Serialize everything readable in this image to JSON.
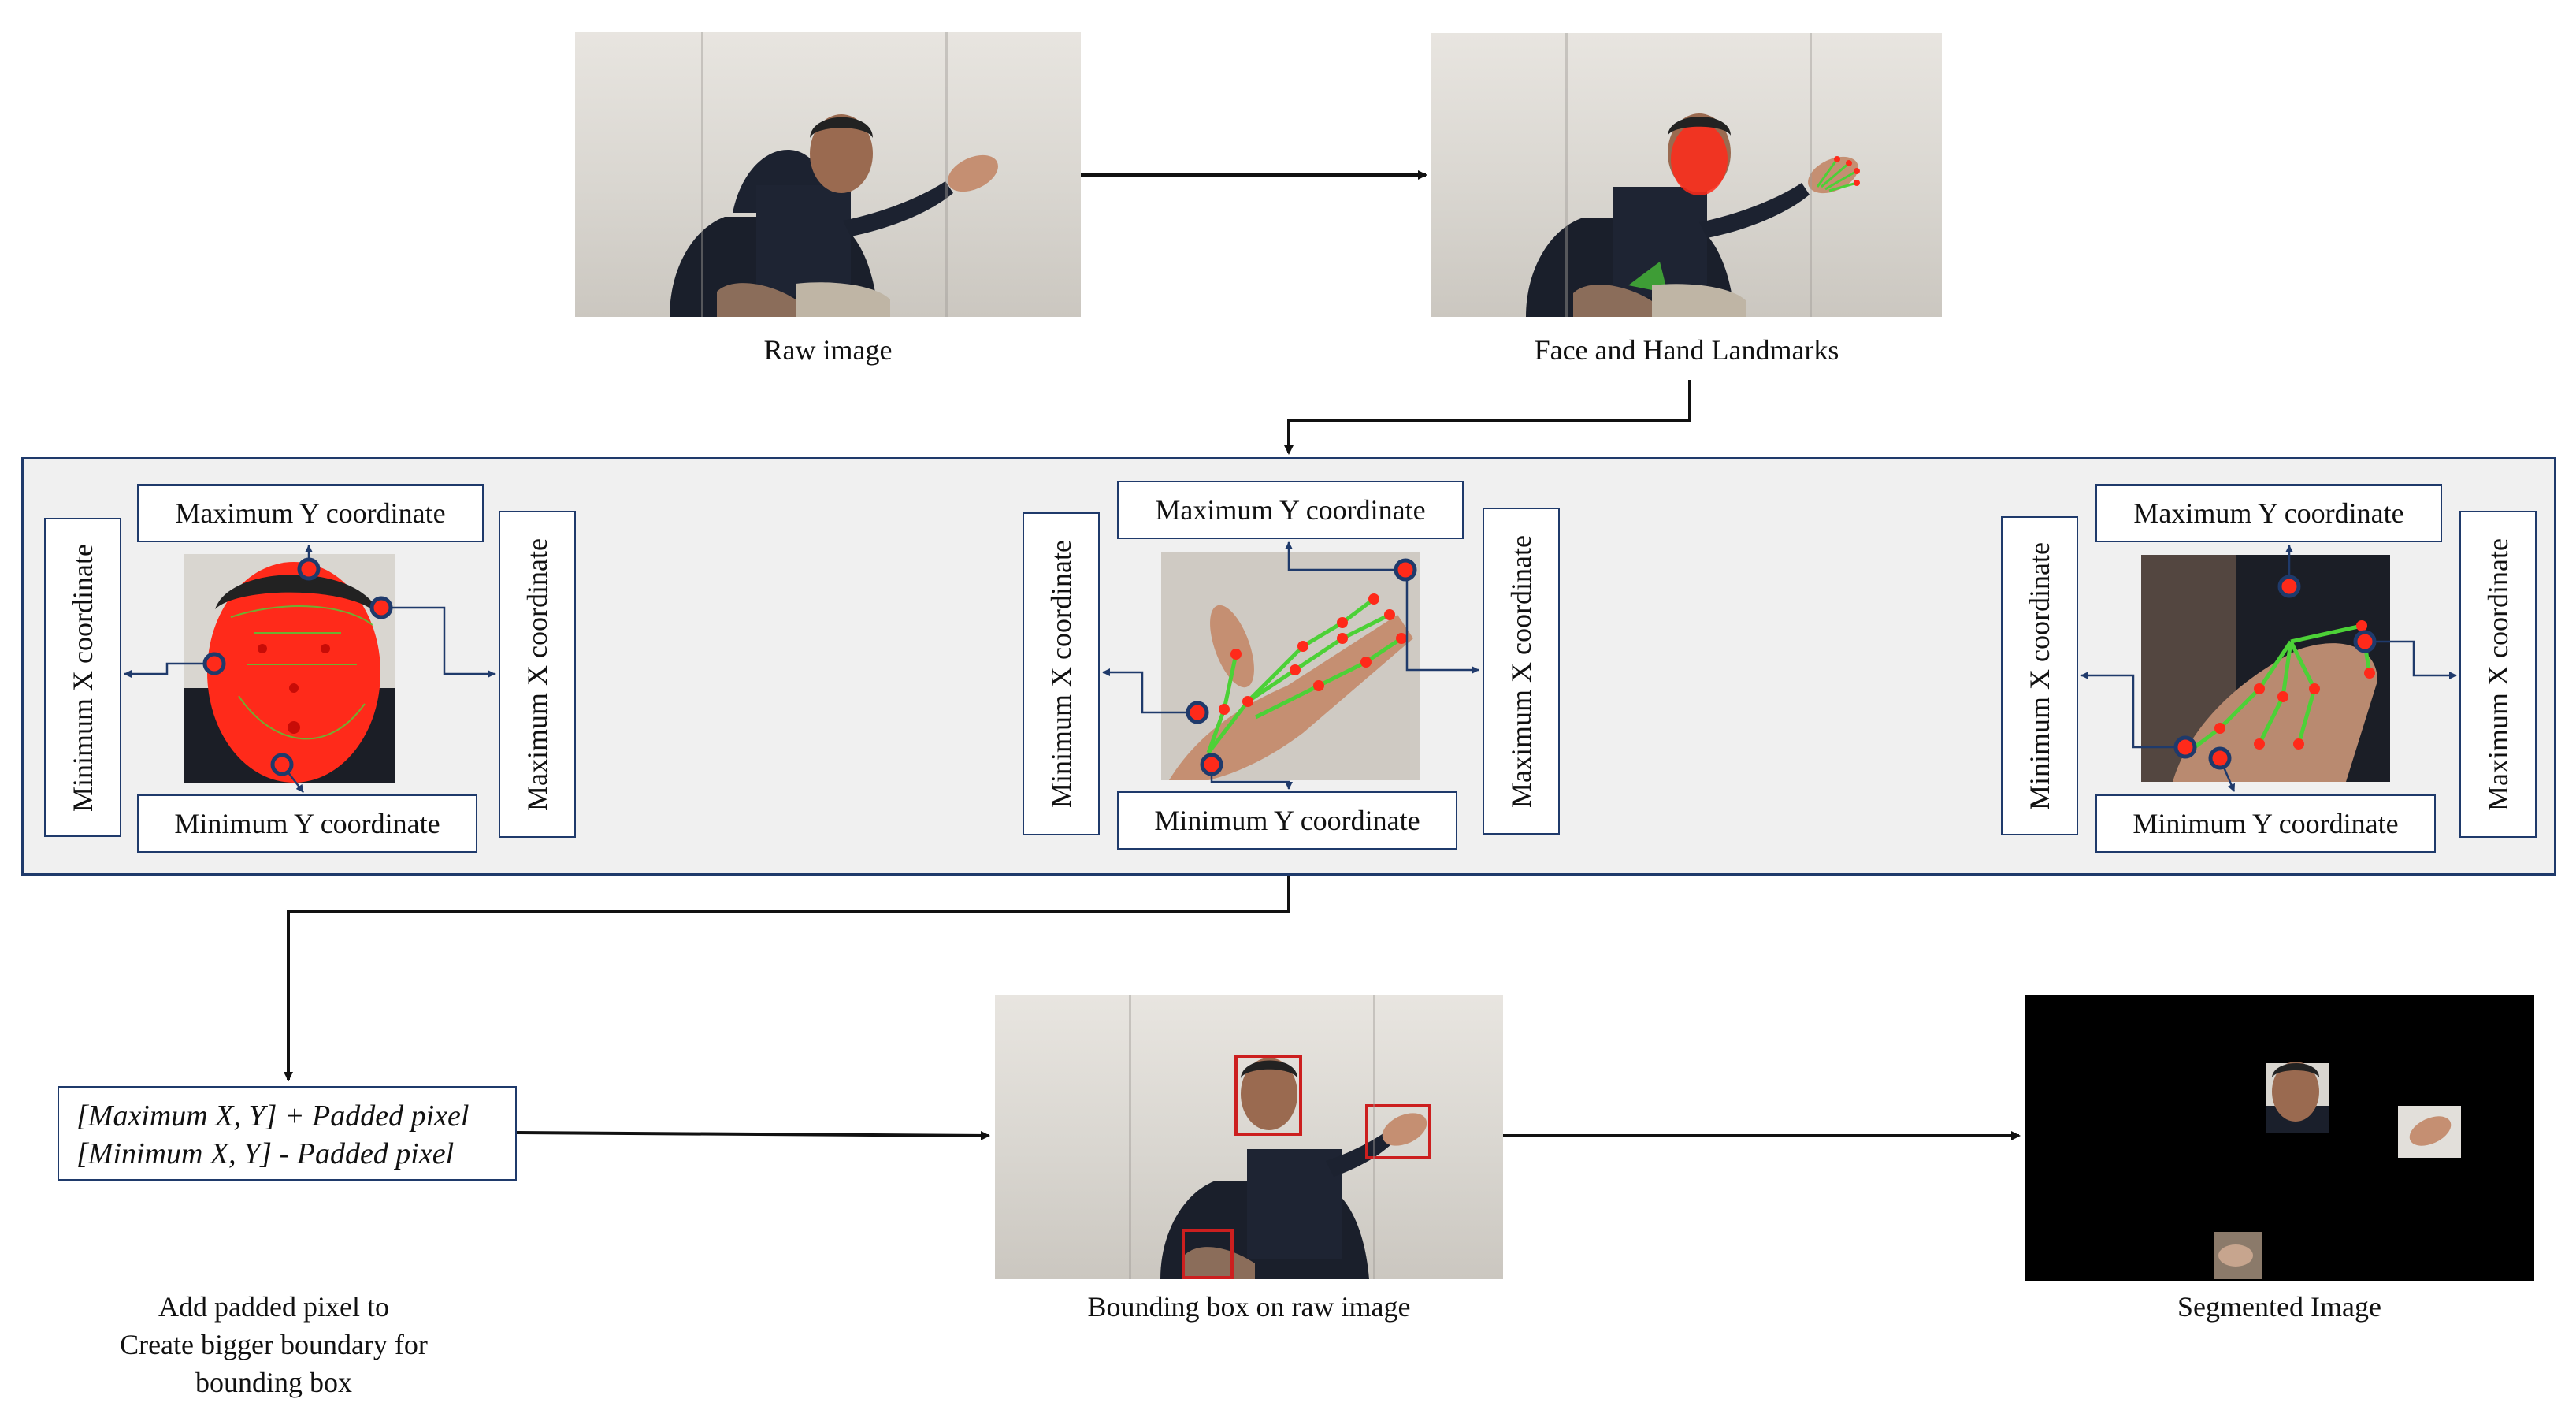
{
  "top": {
    "raw_caption": "Raw image",
    "landmarks_caption": "Face and Hand Landmarks"
  },
  "panel": {
    "face": {
      "max_y": "Maximum Y coordinate",
      "min_y": "Minimum Y coordinate",
      "min_x": "Minimum X coordinate",
      "max_x": "Maximum X coordinate"
    },
    "hand_right": {
      "max_y": "Maximum Y coordinate",
      "min_y": "Minimum Y coordinate",
      "min_x": "Minimum X coordinate",
      "max_x": "Maximum X coordinate"
    },
    "hand_left": {
      "max_y": "Maximum Y coordinate",
      "min_y": "Minimum Y coordinate",
      "min_x": "Minimum X coordinate",
      "max_x": "Maximum X coordinate"
    }
  },
  "bottom": {
    "formula_line1": "[Maximum X, Y] + Padded pixel",
    "formula_line2": "[Minimum X, Y] - Padded pixel",
    "padding_note": [
      "Add padded pixel to",
      "Create bigger boundary for",
      "bounding box"
    ],
    "bbox_caption": "Bounding box on raw image",
    "segmented_caption": "Segmented Image"
  },
  "colors": {
    "box_border": "#1f3a6b",
    "panel_bg": "#f0f0f0",
    "landmark_red": "#ff2a1a",
    "landmark_green": "#4cd137",
    "bbox_red": "#cc1f1f"
  }
}
